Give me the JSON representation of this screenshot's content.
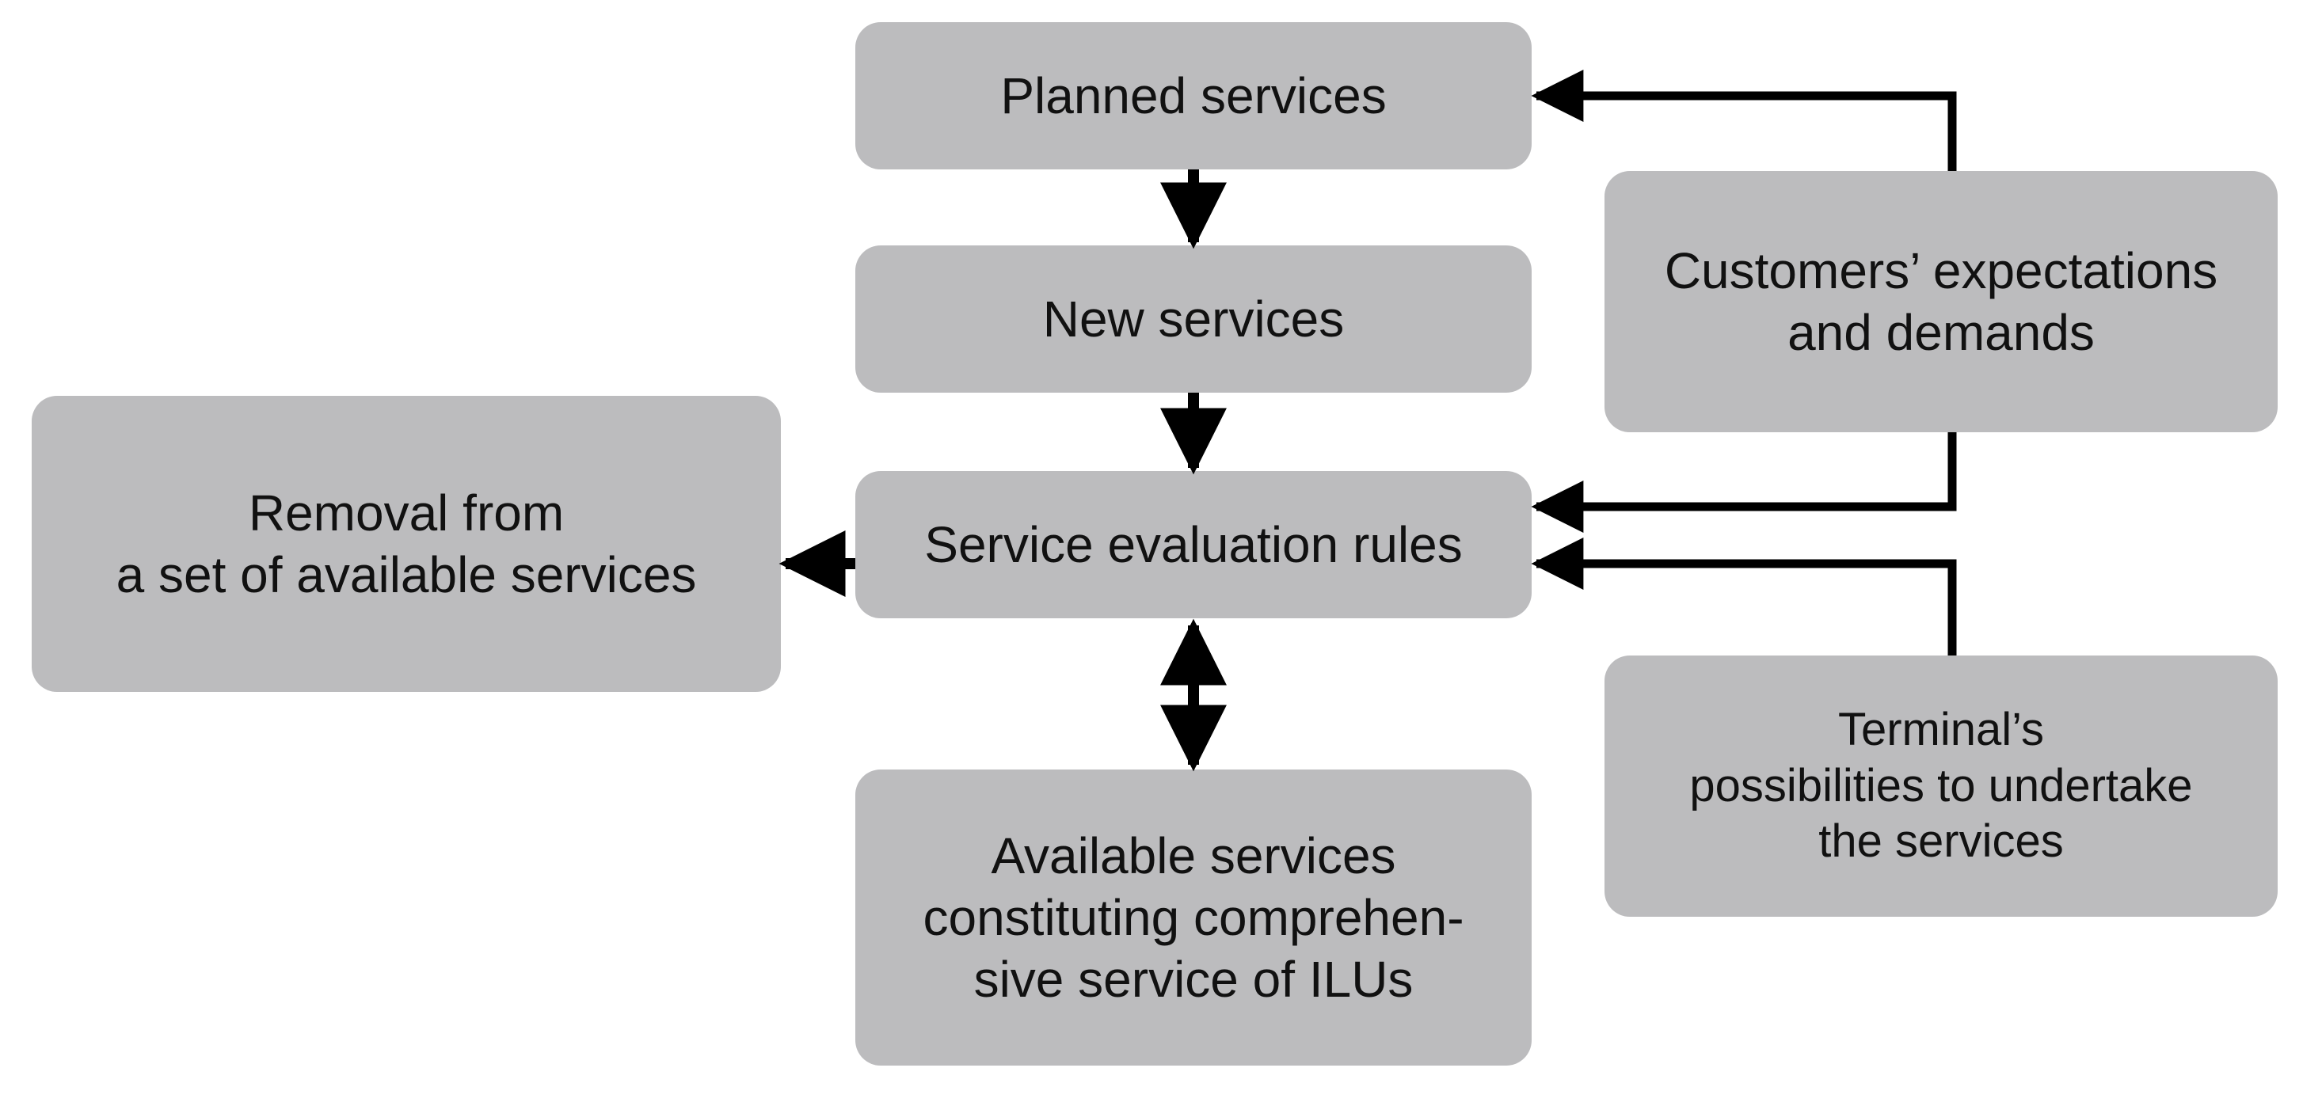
{
  "nodes": {
    "planned": "Planned services",
    "new": "New services",
    "evaluation": "Service evaluation rules",
    "available": "Available services\nconstituting comprehen-\nsive service of ILUs",
    "removal": "Removal from\na set of available services",
    "customers": "Customers’ expectations\nand demands",
    "terminal": "Terminal’s\npossibilities to undertake\nthe services"
  },
  "colors": {
    "box_fill": "#bcbcbe",
    "text": "#111111",
    "arrow": "#000000"
  }
}
